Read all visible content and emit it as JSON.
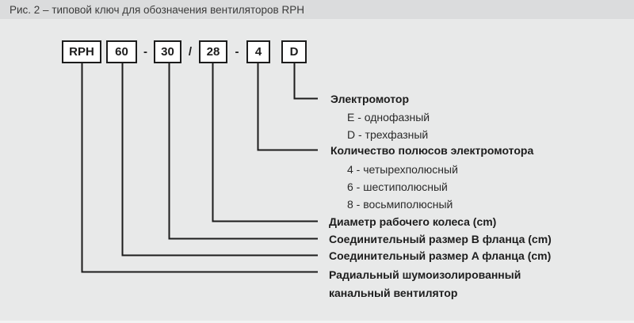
{
  "figure": {
    "title": "Рис. 2 – типовой ключ для обозначения вентиляторов RPH"
  },
  "code": {
    "model": "RPH",
    "flange_a": "60",
    "sep1": "-",
    "flange_b": "30",
    "sep2": "/",
    "wheel": "28",
    "sep3": "-",
    "poles": "4",
    "motor": "D"
  },
  "legend": {
    "motor": {
      "heading": "Электромотор",
      "options": [
        "E - однофазный",
        "D - трехфазный"
      ]
    },
    "poles": {
      "heading": "Количество полюсов электромотора",
      "options": [
        "4 - четырехполюсный",
        "6 - шестиполюсный",
        "8 - восьмиполюсный"
      ]
    },
    "wheel": {
      "heading": "Диаметр рабочего колеса (cm)"
    },
    "flange_b": {
      "heading": "Соединительный размер B фланца (cm)"
    },
    "flange_a": {
      "heading": "Соединительный размер A фланца (cm)"
    },
    "fan": {
      "line1": "Радиальный шумоизолированный",
      "line2": "канальный вентилятор"
    }
  },
  "colors": {
    "page_bg": "#e8e9e9",
    "title_band_bg": "#dbdcdd",
    "box_bg": "#ffffff",
    "line": "#1c1c1c",
    "text": "#1d1d1d"
  }
}
